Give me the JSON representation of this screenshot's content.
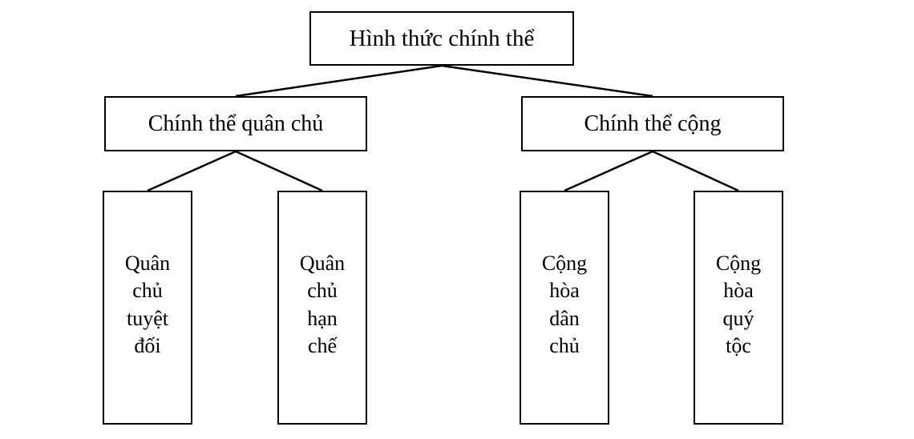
{
  "diagram": {
    "title": "Hình thức chính thể",
    "root": {
      "label": "Hình thức chính thể"
    },
    "level2": [
      {
        "label": "Chính thể quân chủ"
      },
      {
        "label": "Chính thể cộng"
      }
    ],
    "leaves": [
      {
        "label": "Quân\nchủ\ntuyệt\nđối"
      },
      {
        "label": "Quân\nchủ\nhạn\nchế"
      },
      {
        "label": "Cộng\nhòa\ndân\nchủ"
      },
      {
        "label": "Cộng\nhòa\nquý\ntộc"
      }
    ],
    "colors": {
      "background": "#ffffff",
      "stroke": "#000000",
      "text": "#000000"
    }
  }
}
